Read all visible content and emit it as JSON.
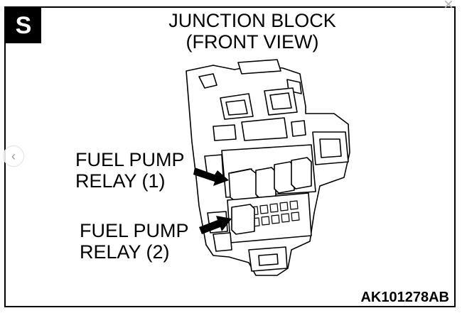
{
  "figure": {
    "badge": "S",
    "title_line1": "JUNCTION BLOCK",
    "title_line2": "(FRONT VIEW)",
    "label1_line1": "FUEL PUMP",
    "label1_line2": "RELAY (1)",
    "label2_line1": "FUEL PUMP",
    "label2_line2": "RELAY (2)",
    "code": "AK101278AB"
  },
  "viewer": {
    "prev_symbol": "‹",
    "close_symbol": "×"
  }
}
